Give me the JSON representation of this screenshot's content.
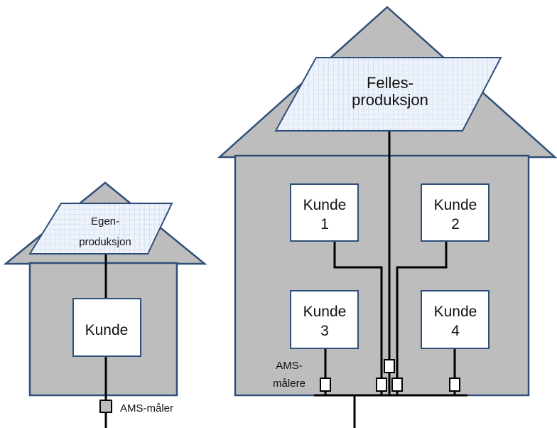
{
  "small_house": {
    "panel_label_line1": "Egen-",
    "panel_label_line2": "produksjon",
    "customer_label": "Kunde",
    "meter_label": "AMS-måler"
  },
  "large_house": {
    "panel_label_line1": "Felles-",
    "panel_label_line2": "produksjon",
    "customers": [
      {
        "line1": "Kunde",
        "line2": "1"
      },
      {
        "line1": "Kunde",
        "line2": "2"
      },
      {
        "line1": "Kunde",
        "line2": "3"
      },
      {
        "line1": "Kunde",
        "line2": "4"
      }
    ],
    "meters_label_line1": "AMS-",
    "meters_label_line2": "målere"
  },
  "colors": {
    "house_fill": "#bdbdbd",
    "house_stroke": "#2f4f7a",
    "panel_fill": "#eef3fb",
    "panel_grid": "#8fb0d8",
    "wire": "#000000"
  }
}
